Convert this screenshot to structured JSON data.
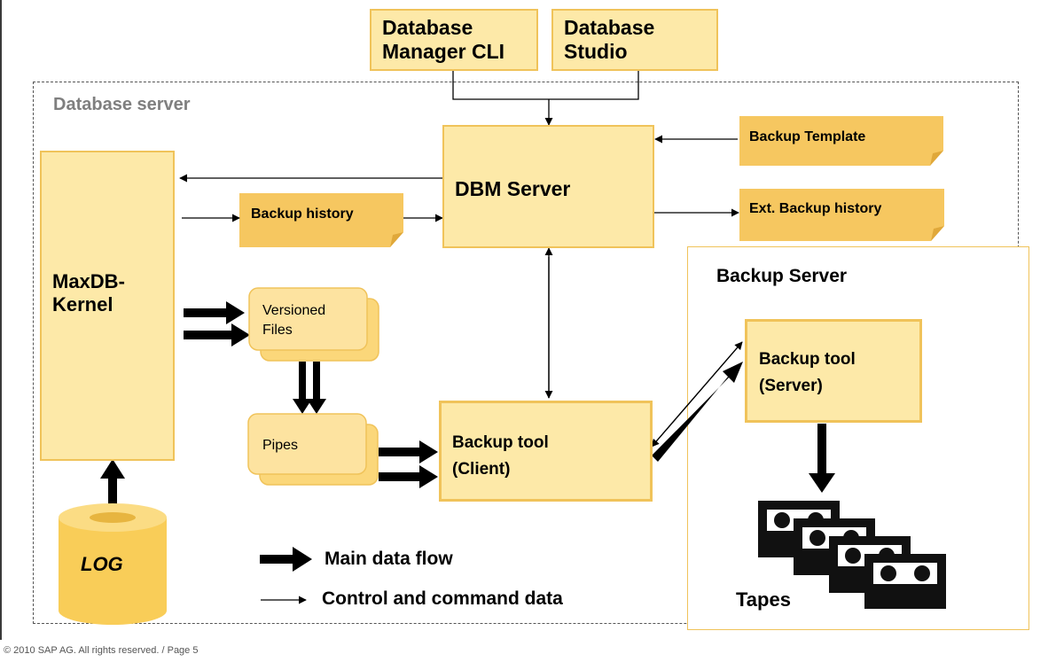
{
  "slide": {
    "top_boxes": {
      "cli": "Database\nManager CLI",
      "studio": "Database\nStudio"
    },
    "server_title": "Database server",
    "dbm_server": "DBM Server",
    "kernel": "MaxDB-\nKernel",
    "notes": {
      "backup_template": "Backup Template",
      "backup_history": "Backup history",
      "ext_backup_history": "Ext. Backup history"
    },
    "versioned_files": "Versioned\nFiles",
    "pipes": "Pipes",
    "backup_client": "Backup tool\n(Client)",
    "backup_server_title": "Backup Server",
    "backup_server_tool": "Backup tool\n(Server)",
    "log": "LOG",
    "tapes": "Tapes",
    "legend": {
      "main": "Main data flow",
      "control": "Control and command data"
    },
    "footer": "© 2010 SAP AG. All rights reserved. / Page 5"
  },
  "colors": {
    "box_fill": "#fde9a8",
    "box_border": "#f0c35a",
    "note_fill": "#f6c760",
    "frame_dash": "#555555",
    "title_gray": "#7f7f7f"
  }
}
